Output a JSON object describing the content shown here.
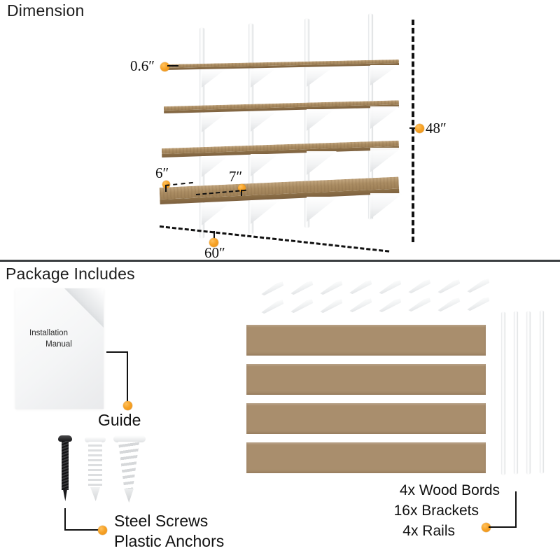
{
  "sections": {
    "dimension": {
      "title": "Dimension"
    },
    "package": {
      "title": "Package Includes"
    }
  },
  "dimension_callouts": [
    {
      "id": "thickness",
      "label": "0.6″"
    },
    {
      "id": "depth",
      "label": "6″"
    },
    {
      "id": "board-width",
      "label": "7″"
    },
    {
      "id": "length",
      "label": "60″"
    },
    {
      "id": "height",
      "label": "48″"
    }
  ],
  "manual": {
    "line1": "Installation",
    "line2": "Manual",
    "callout": "Guide"
  },
  "hardware": {
    "callout_line1": "Steel Screws",
    "callout_line2": "Plastic Anchors"
  },
  "parts_list": [
    {
      "id": "boards",
      "label": "4x Wood Bords"
    },
    {
      "id": "brackets",
      "label": "16x Brackets"
    },
    {
      "id": "rails",
      "label": "4x Rails"
    }
  ],
  "colors": {
    "accent_dot": "#f6a124",
    "divider": "#3c3f41",
    "wood": "#a98e6d",
    "metal": "#f2f3f4",
    "text": "#111111"
  }
}
